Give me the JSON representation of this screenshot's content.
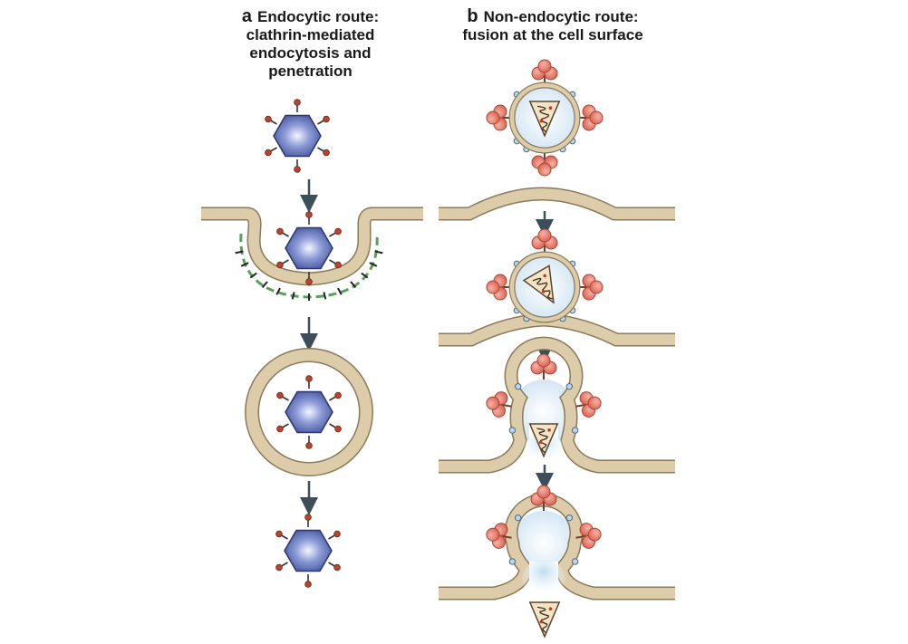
{
  "panel_a": {
    "letter": "a",
    "title_lines": [
      "Endocytic route:",
      "clathrin-mediated",
      "endocytosis and",
      "penetration"
    ]
  },
  "panel_b": {
    "letter": "b",
    "title_lines": [
      "Non-endocytic route:",
      "fusion at the cell surface"
    ]
  },
  "colors": {
    "membrane_fill": "#ddccaa",
    "membrane_stroke": "#8a7a5a",
    "capsid": "#5a6fb0",
    "spike": "#b5452e",
    "clathrin": "#5aa05a",
    "glycoprotein": "#e07060",
    "arrow": "#3d4d5a"
  }
}
